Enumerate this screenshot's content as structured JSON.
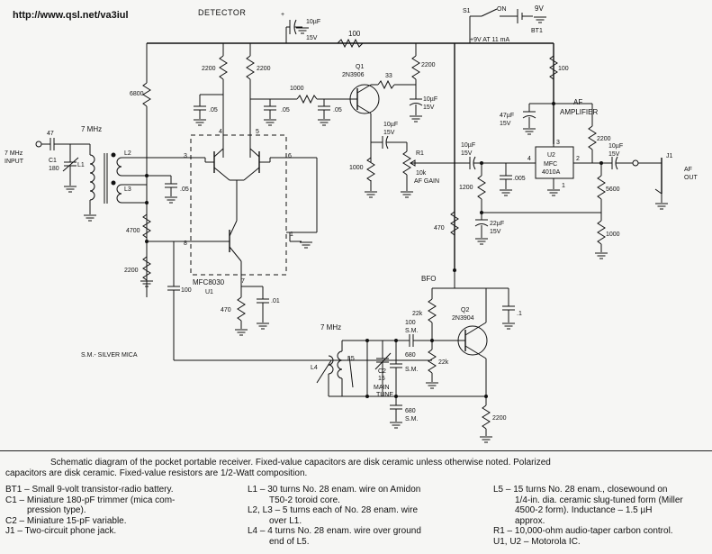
{
  "header": {
    "url": "http://www.qsl.net/va3iul",
    "detector_title": "DETECTOR"
  },
  "labels": {
    "c_top": "10µF\n15V",
    "r_top": "100",
    "s1": "S1",
    "on": "ON",
    "bt1_voltage": "9V",
    "bt1": "BT1",
    "supply": "+9V AT 11 mA",
    "r2200_a": "2200",
    "r2200_b": "2200",
    "r6800": "6800",
    "r1000_a": "1000",
    "q1_name": "Q1",
    "q1_type": "2N3906",
    "r33": "33",
    "r2200_c": "2200",
    "c10_q1": "10µF\n15V",
    "c05_a": ".05",
    "c05_b": ".05",
    "c05_c": ".05",
    "c47_input": "47",
    "input_freq": "7 MHz",
    "input": "INPUT",
    "freq_top": "7 MHz",
    "c1": "C1",
    "c1_val": "180",
    "l1": "L1",
    "l2": "L2",
    "l3": "L3",
    "c05_d": ".05",
    "pin3": "3",
    "pin4": "4",
    "pin5": "5",
    "pin6": "6",
    "pin8": "8",
    "pin7": "7",
    "pin1": "1",
    "r4700": "4700",
    "r2200_d": "2200",
    "c100_a": "100",
    "u1_type": "MFC8030",
    "u1": "U1",
    "r470_a": "470",
    "c01": ".01",
    "c10_r1": "10µF\n15V",
    "r1": "R1",
    "r1_val": "10k",
    "af_gain": "AF GAIN",
    "r1000_b": "1000",
    "r100_c": "100",
    "af_amp": "AF\nAMPLIFIER",
    "c47_amp": "47µF\n15V",
    "c10_amp": "10µF\n15V",
    "u2_pin3": "3",
    "u2_pin4": "4",
    "u2_pin2": "2",
    "u2_pin1": "1",
    "u2": "U2",
    "u2_type": "MFC\n4010A",
    "r2200_e": "2200",
    "c10_out": "10µF\n15V",
    "j1": "J1",
    "af_out": "AF\nOUT",
    "r1200": "1200",
    "c005": ".005",
    "r5600": "5600",
    "c22": "22µF\n15V",
    "r1000_c": "1000",
    "r470_b": "470",
    "bfo": "BFO",
    "sm_note": "S.M.- SILVER MICA",
    "freq_bfo": "7 MHz",
    "c100_sm": "100\nS.M.",
    "r22k_a": "22k",
    "r22k_b": "22k",
    "q2_name": "Q2",
    "q2_type": "2N3904",
    "c_1": ".1",
    "c680_a": "680\nS.M.",
    "c680_b": "680\nS.M.",
    "l4": "L4",
    "l5": "L5",
    "c2": "C2",
    "c2_val": "15",
    "main_tune": "MAIN\nTUNE",
    "r2200_f": "2200"
  },
  "caption": {
    "line1": "Schematic diagram of the pocket portable receiver. Fixed-value capacitors are disk ceramic unless otherwise noted. Polarized",
    "line2": "capacitors are disk ceramic. Fixed-value resistors are 1/2-Watt composition."
  },
  "parts": {
    "col1": [
      "BT1 – Small 9-volt transistor-radio battery.",
      "C1 – Miniature 180-pF trimmer (mica com-",
      "pression type).",
      "C2 – Miniature 15-pF variable.",
      "J1 – Two-circuit phone jack."
    ],
    "col2": [
      "L1 – 30 turns No. 28 enam. wire on Amidon",
      "T50-2 toroid core.",
      "L2, L3 – 5 turns each of No. 28 enam. wire",
      "over L1.",
      "L4 – 4 turns No. 28 enam. wire over ground",
      "end of L5."
    ],
    "col3": [
      "L5 – 15 turns No. 28 enam., closewound on",
      "1/4-in. dia. ceramic slug-tuned form (Miller",
      "4500-2 form). Inductance – 1.5 µH",
      "approx.",
      "R1 – 10,000-ohm audio-taper carbon control.",
      "U1, U2 – Motorola IC."
    ]
  }
}
